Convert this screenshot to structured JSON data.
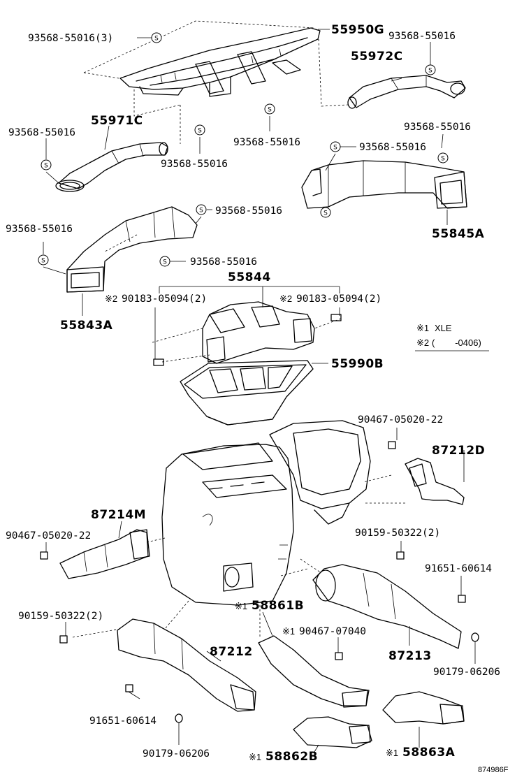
{
  "labels": {
    "p93568_3": "93568-55016(3)",
    "p55950G": "55950G",
    "p93568_tr": "93568-55016",
    "p55972C": "55972C",
    "p55971C": "55971C",
    "p93568_l1": "93568-55016",
    "p93568_c1": "93568-55016",
    "p93568_c2": "93568-55016",
    "p93568_r1": "93568-55016",
    "p93568_r2": "93568-55016",
    "p55845A": "55845A",
    "p93568_m1": "93568-55016",
    "p93568_l2": "93568-55016",
    "p55843A": "55843A",
    "p93568_m2": "93568-55016",
    "p55844": "55844",
    "p90183_l_mark": "※2",
    "p90183_l": "90183-05094(2)",
    "p90183_r_mark": "※2",
    "p90183_r": "90183-05094(2)",
    "p55990B": "55990B",
    "p90467_22_r": "90467-05020-22",
    "p87212D": "87212D",
    "p87214M": "87214M",
    "p90467_22_l": "90467-05020-22",
    "p90159_r": "90159-50322(2)",
    "p91651_r": "91651-60614",
    "p58861B_mark": "※1",
    "p58861B": "58861B",
    "p90159_l": "90159-50322(2)",
    "p90467_07040_mark": "※1",
    "p90467_07040": "90467-07040",
    "p87213": "87213",
    "p87212": "87212",
    "p90179_r": "90179-06206",
    "p91651_l": "91651-60614",
    "p90179_l": "90179-06206",
    "p58862B_mark": "※1",
    "p58862B": "58862B",
    "p58863A_mark": "※1",
    "p58863A": "58863A",
    "fig_code": "874986F"
  },
  "legend": {
    "note1_mark": "※1",
    "note1_text": "XLE",
    "note2_mark": "※2",
    "note2_text": "(        -0406)"
  },
  "symbol_letter": "S"
}
